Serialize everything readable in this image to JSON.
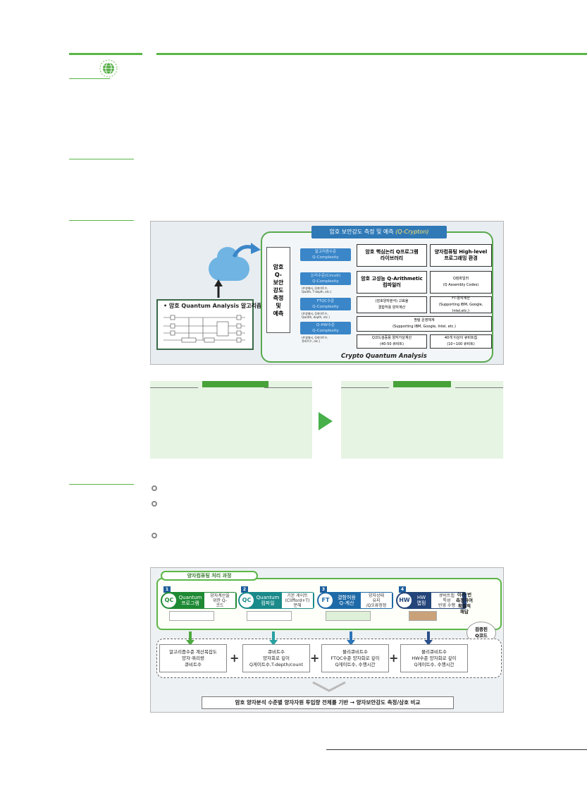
{
  "figure1": {
    "header_label": "암호 보안강도 측정 및 예측 ",
    "header_brand": "(Q-Crypton)",
    "left_measure": [
      "암호",
      "Q-",
      "보안",
      "강도",
      "측정",
      "및",
      "예측"
    ],
    "levels": [
      {
        "pill": "알고리즘수준\nQ-Complexity",
        "note": ""
      },
      {
        "pill": "논리수준(Circuit)\nQ-Complexity",
        "note": "(#생메서, Q게이트수,\nQwdth, T-depth, etc.)"
      },
      {
        "pill": "FTQC수준\nQ-Complexity",
        "note": "(#생메서, Q게이트수,\nQwidth, depth, etc.)"
      },
      {
        "pill": "Q-HW수준\nQ-Complexity",
        "note": "(#생메서, Q게이트수,\n큐비트수, etc.)"
      }
    ],
    "cells": {
      "lib": "암호 핵심논리 Q프로그램\n라이브러리",
      "hl_env": "양자컴퓨팅 High-level\n프로그래밍 환경",
      "compiler": "암호 고성능 Q-Arithmetic\n컴파일러",
      "qcompiler": "Q컴파일러\n(Q Assembly Codes)",
      "ft_calc": "(암호양자분석) 고효율\n결함허용 양자계산",
      "ft_qc": "FT-양자계산\n(Supporting IBM, Google, Intel,etc.)",
      "os": "퀀텀 운영체계\n(Supporting IBM, Google, Intel, etc.)",
      "simulator": "Q코드검증용 양자가상계산\n(40-50 큐비트)",
      "hw": "40개 이상이 큐비트칩\n(10~100 큐비트)"
    },
    "algo_title": "암호 Quantum Analysis 알고리즘",
    "footer": "Crypto Quantum Analysis"
  },
  "figure2": {
    "tab_label": "양자컴퓨팅 처리 과정",
    "steps": [
      {
        "num": "1",
        "icon": "QC",
        "main": "Quantum\n프로그램",
        "desc": "양자계산을\n위한 Q-\n코드"
      },
      {
        "num": "2",
        "icon": "QC",
        "main": "Quantum\n컴파일",
        "desc": "기본 게이트\n(Clifford+T)\n분해"
      },
      {
        "num": "3",
        "icon": "FT",
        "main": "결함허용\nQ-계산",
        "desc": "양자상태\n유지\n/Q오류정정"
      },
      {
        "num": "4",
        "icon": "HW",
        "main": "HW\n맵핑",
        "desc": "큐비트칩\n특성\n반영 수행"
      }
    ],
    "end_text": "이러 번\n측정하여\n확률적\n해답",
    "verified": "검증된\nQ코드",
    "metrics": [
      "알고리즘수준 계산복잡도\n양자·퀴리량\n큐비트수",
      "큐비트수\n양자회로 깊이\nQ게이트수,T-depth/count",
      "물리큐비트수\nFTQC수준 양자회로 깊이\nQ게이트수, 수행시간",
      "물리큐비트수\nHW수준 양자회로 깊이\nQ게이트수, 수행시간"
    ],
    "conclusion": "암호 양자분석 수준별 양자자원 투입량 전체를 기반 → 양자보안강도 측정/상호 비교"
  },
  "colors": {
    "accent_green": "#5ab646",
    "blue": "#2f79b7"
  }
}
